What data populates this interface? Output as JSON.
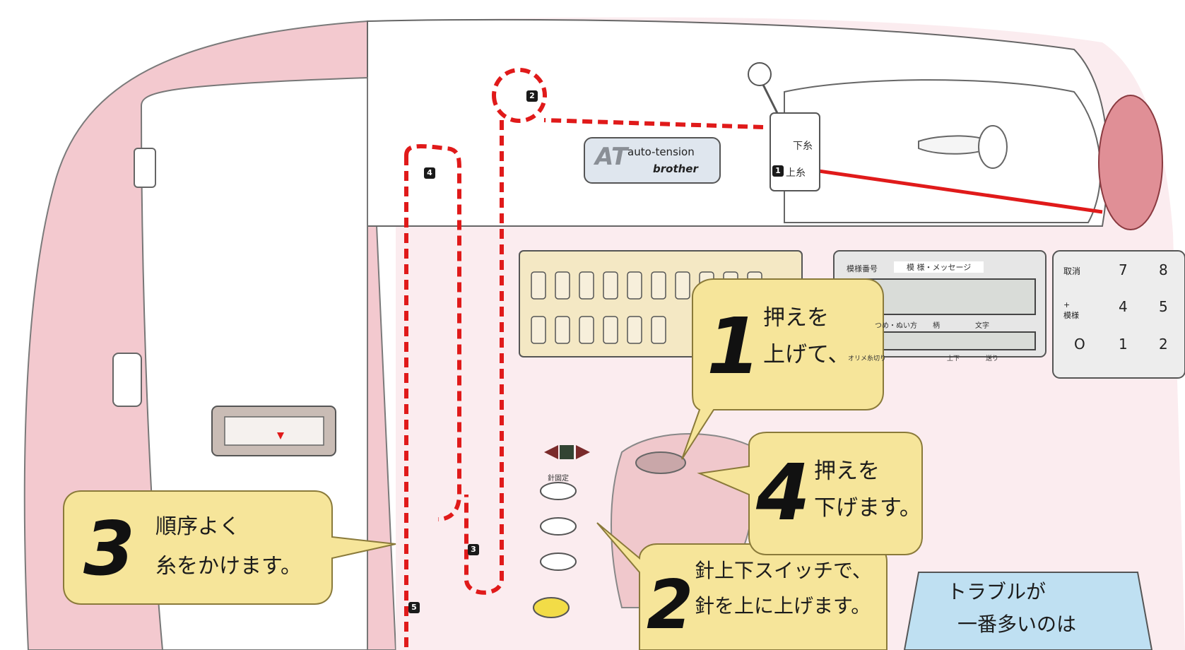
{
  "logo": {
    "mark": "AT",
    "line1": "auto-tension",
    "line2": "brother"
  },
  "thread_labels": {
    "lower": "下糸",
    "upper": "上糸"
  },
  "step_markers": [
    "1",
    "2",
    "3",
    "4",
    "5"
  ],
  "panel": {
    "header_label": "模様番号",
    "header_value": "模 様・メッセージ",
    "row_labels": [
      "つめ・ぬい方",
      "柄",
      "文字"
    ],
    "bottom_labels": [
      "オリメ糸切り",
      "上下",
      "送り"
    ],
    "keys": {
      "top_left": "取消",
      "mid_left": "+\n模様",
      "row1": [
        "7",
        "8"
      ],
      "row2": [
        "4",
        "5"
      ],
      "row3": [
        "O",
        "1",
        "2"
      ]
    }
  },
  "needle_button_label": "針固定",
  "callouts": [
    {
      "id": "1",
      "number": "1",
      "lines": [
        "押えを",
        "上げて、"
      ]
    },
    {
      "id": "2",
      "number": "2",
      "lines": [
        "針上下スイッチで、",
        "針を上に上げます。"
      ]
    },
    {
      "id": "3",
      "number": "3",
      "lines": [
        "順序よく",
        "糸をかけます。"
      ]
    },
    {
      "id": "4",
      "number": "4",
      "lines": [
        "押えを",
        "下げます。"
      ]
    }
  ],
  "note": {
    "lines": [
      "トラブルが",
      "一番多いのは"
    ]
  },
  "colors": {
    "bubble": "#f6e59a",
    "note": "#bfe0f2",
    "thread": "#e01a1a",
    "body_pink": "#f3c9cf"
  }
}
